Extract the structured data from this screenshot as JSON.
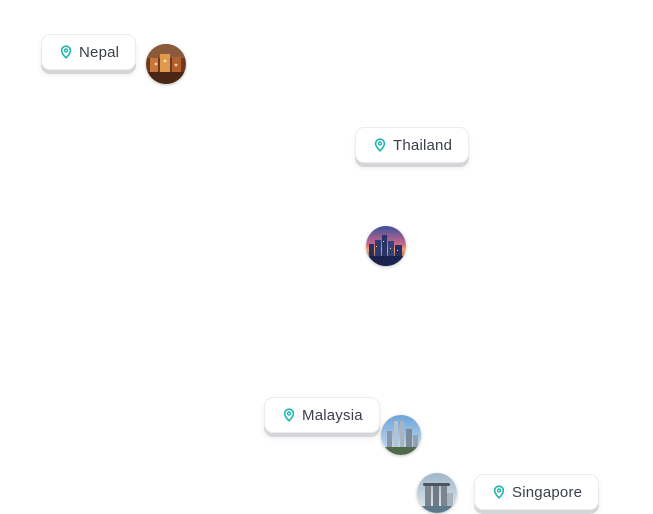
{
  "destinations": [
    {
      "label": "Nepal"
    },
    {
      "label": "Thailand"
    },
    {
      "label": "Malaysia"
    },
    {
      "label": "Singapore"
    }
  ],
  "icons": {
    "pin": "map-pin-icon"
  },
  "colors": {
    "accent": "#1fb5ad",
    "text": "#3b3f4a"
  }
}
